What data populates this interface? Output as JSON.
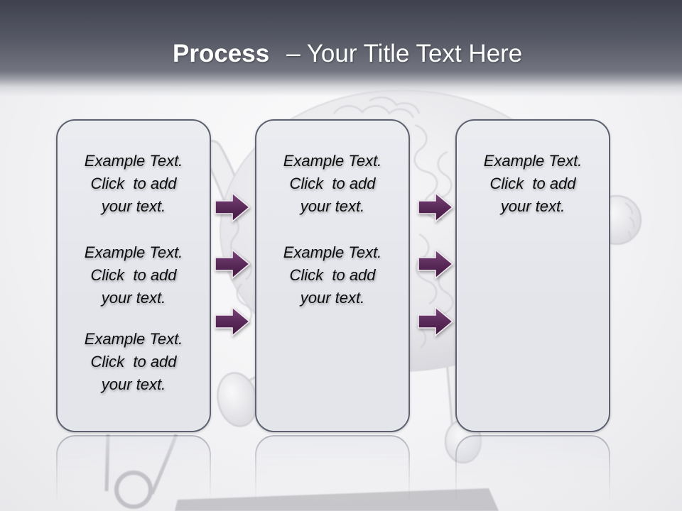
{
  "slide": {
    "title": {
      "bold": "Process",
      "rest": "– Your Title Text Here"
    },
    "background_icon": "running-brain-illustration",
    "colors": {
      "header_top": "#3f424e",
      "header_bottom": "#72757f",
      "title_text": "#ffffff",
      "panel_fill": "#e3e5eb",
      "panel_border": "#5d6170",
      "body_text": "#0d0d0d",
      "arrow_fill": "#5a2a59"
    }
  },
  "columns": [
    {
      "blocks": [
        {
          "lines": [
            "Example Text.",
            "Click  to add",
            "your text."
          ]
        },
        {
          "lines": [
            "Example Text.",
            "Click  to add",
            "your text."
          ]
        },
        {
          "lines": [
            "Example Text.",
            "Click  to add",
            "your text."
          ]
        }
      ]
    },
    {
      "blocks": [
        {
          "lines": [
            "Example Text.",
            "Click  to add",
            "your text."
          ]
        },
        {
          "lines": [
            "Example Text.",
            "Click  to add",
            "your text."
          ]
        }
      ]
    },
    {
      "blocks": [
        {
          "lines": [
            "Example Text.",
            "Click  to add",
            "your text."
          ]
        }
      ]
    }
  ],
  "connectors": [
    {
      "icons": [
        "right-arrow-icon",
        "right-arrow-icon",
        "right-arrow-icon"
      ]
    },
    {
      "icons": [
        "right-arrow-icon",
        "right-arrow-icon",
        "right-arrow-icon"
      ]
    }
  ]
}
